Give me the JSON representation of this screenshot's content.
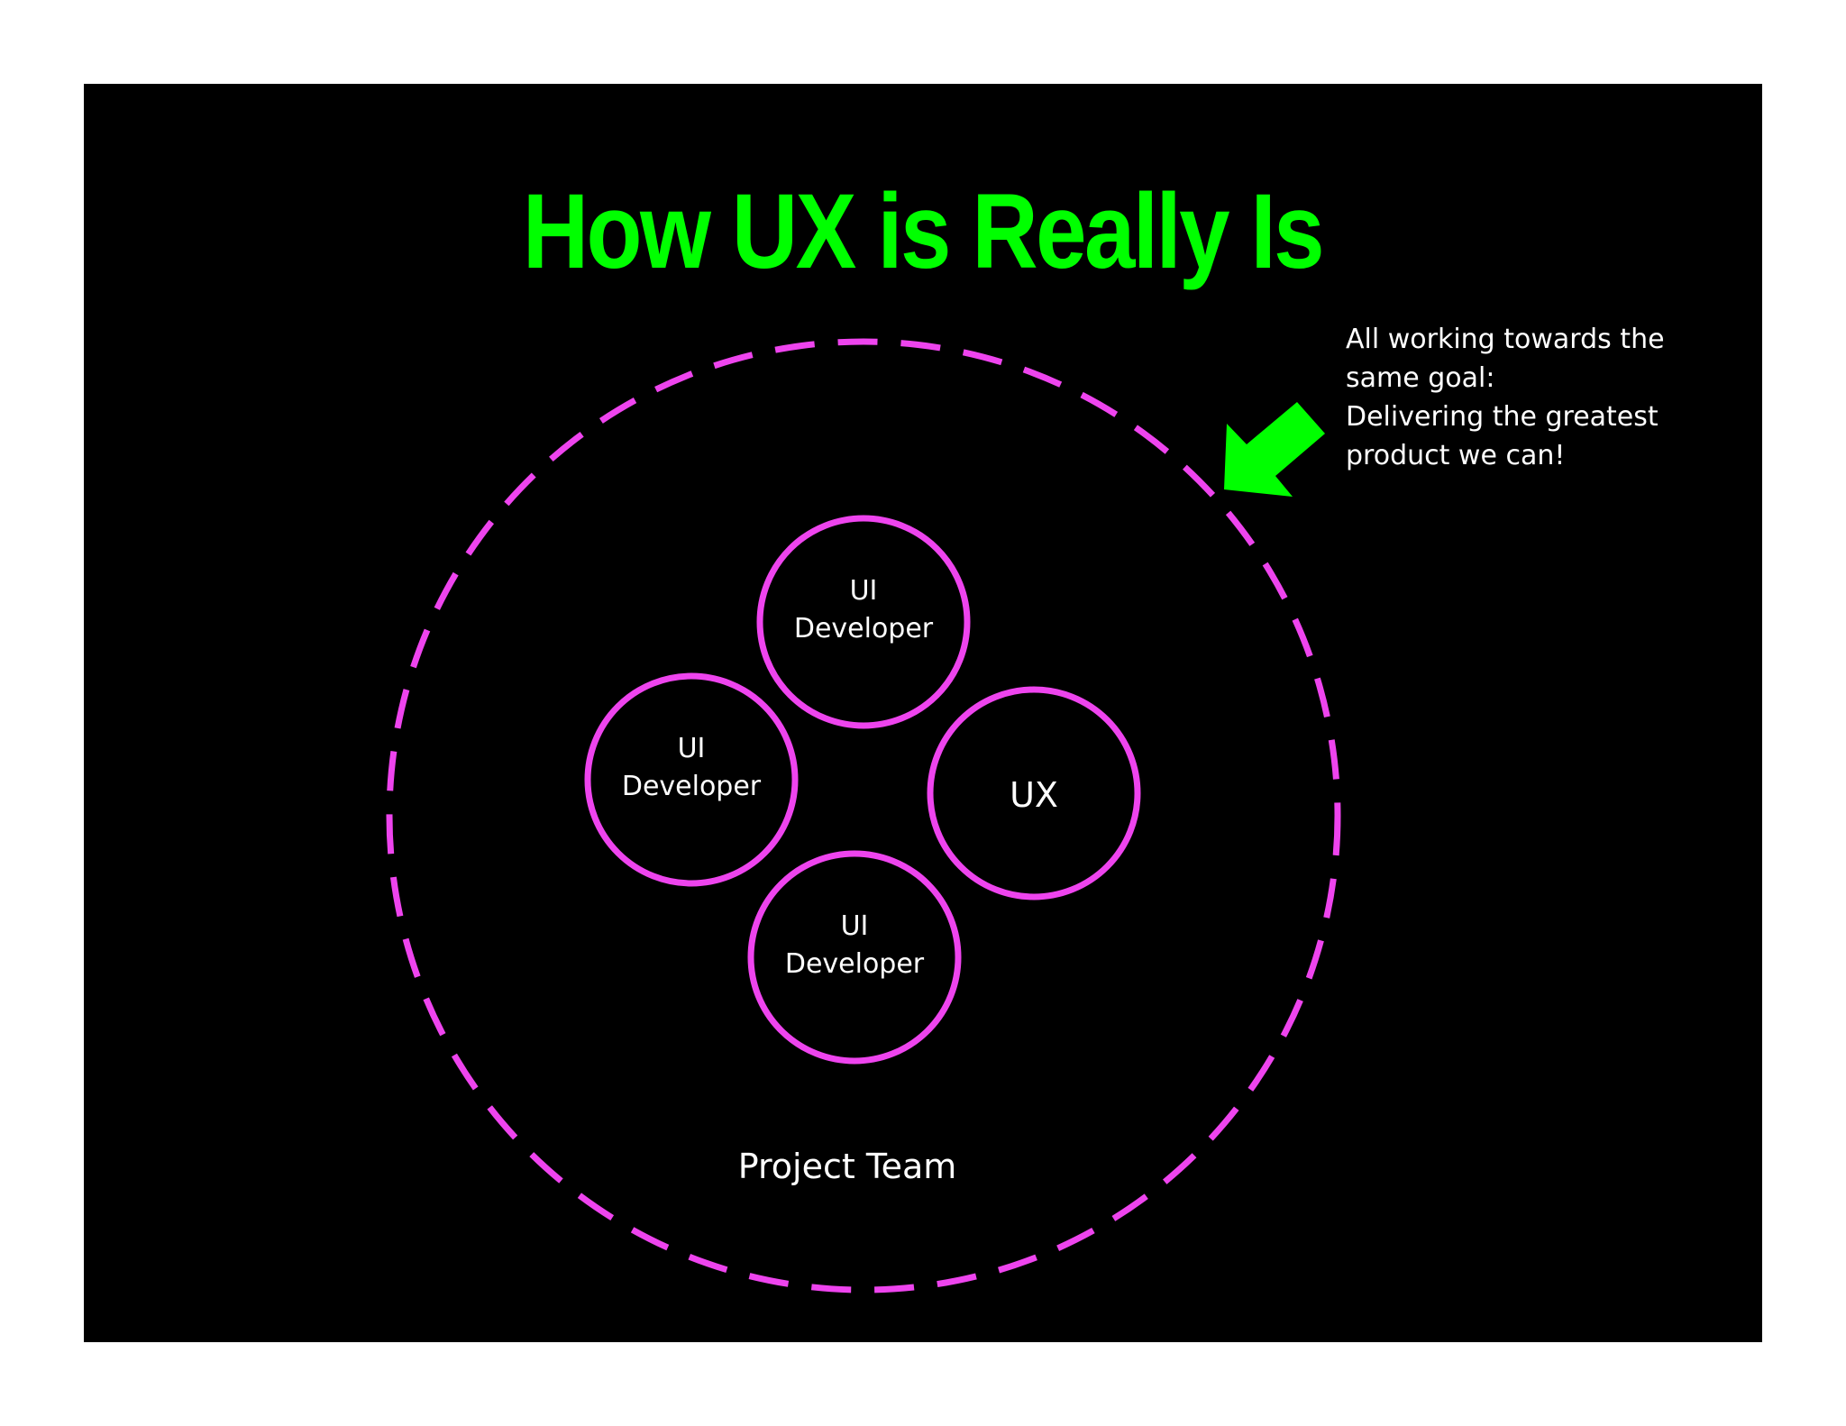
{
  "slide": {
    "title": "How UX is Really Is",
    "background_color": "#000000",
    "title_color": "#00ff00",
    "accent_color": "#ee44ee",
    "arrow_color": "#00ff00"
  },
  "diagram": {
    "outer_circle": {
      "label": "Project Team",
      "style": "dashed"
    },
    "inner_circles": [
      {
        "label_lines": [
          "UI",
          "Developer"
        ]
      },
      {
        "label_lines": [
          "UI",
          "Developer"
        ]
      },
      {
        "label_lines": [
          "UX"
        ]
      },
      {
        "label_lines": [
          "UI",
          "Developer"
        ]
      }
    ]
  },
  "callout": {
    "lines": [
      "All working towards the",
      "same goal:",
      "Delivering the greatest",
      "product we can!"
    ],
    "arrow_icon": "arrow-down-left-icon"
  }
}
